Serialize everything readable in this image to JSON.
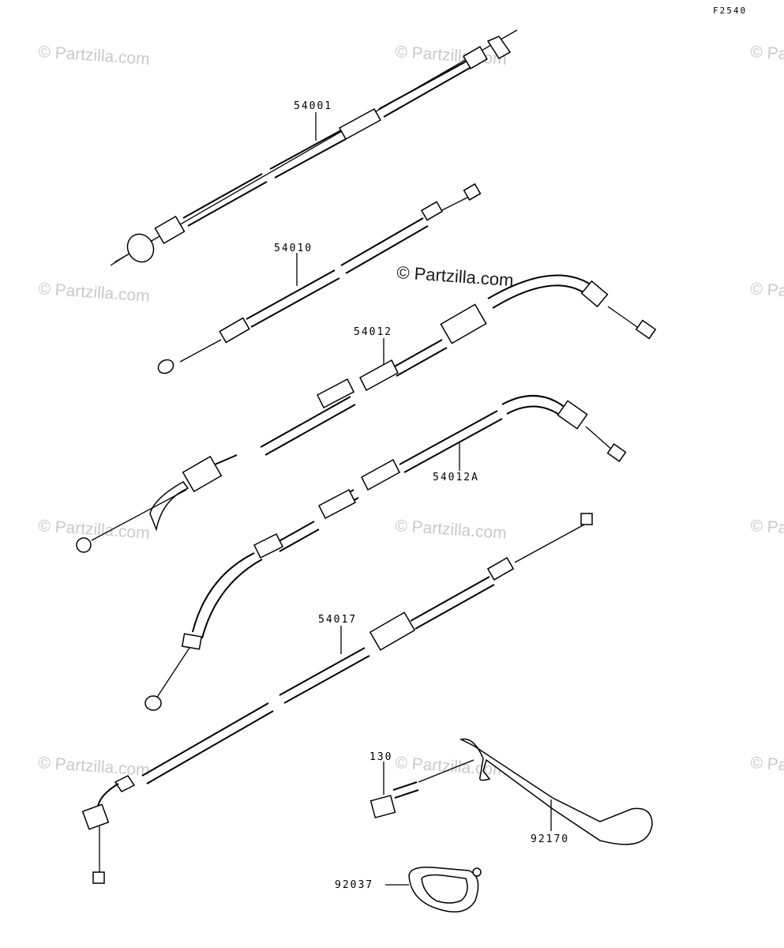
{
  "figure_code": "F2540",
  "watermark": "© Partzilla.com",
  "center_watermark": "© Partzilla.com",
  "parts": [
    {
      "id": "54001"
    },
    {
      "id": "54010"
    },
    {
      "id": "54012"
    },
    {
      "id": "54012A"
    },
    {
      "id": "54017"
    },
    {
      "id": "130"
    },
    {
      "id": "92170"
    },
    {
      "id": "92037"
    }
  ]
}
